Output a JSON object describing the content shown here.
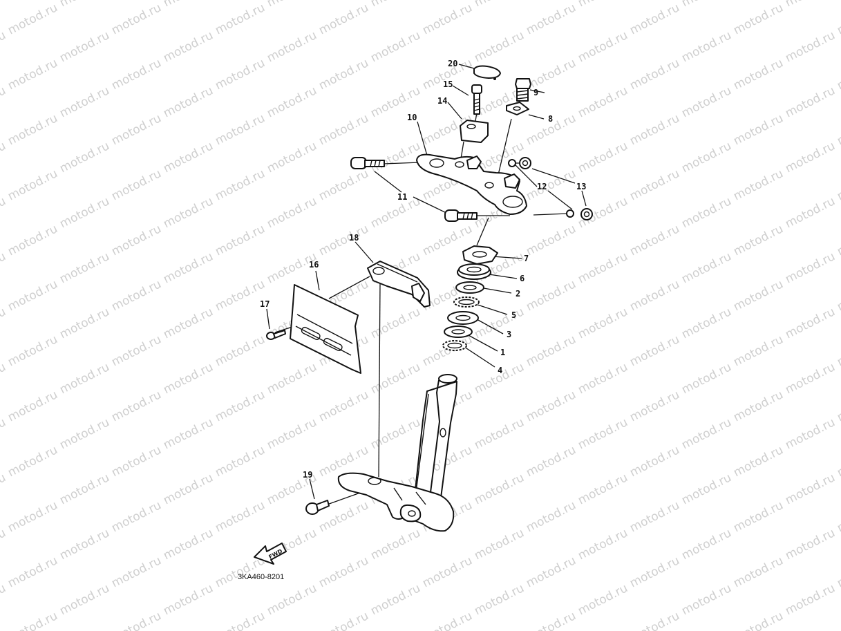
{
  "watermark": "motod.ru",
  "diagram_code": "3KA460-8201",
  "fwd_label": "FWD",
  "callouts": [
    {
      "id": "p1",
      "num": "1"
    },
    {
      "id": "p2",
      "num": "2"
    },
    {
      "id": "p3",
      "num": "3"
    },
    {
      "id": "p4",
      "num": "4"
    },
    {
      "id": "p5",
      "num": "5"
    },
    {
      "id": "p6",
      "num": "6"
    },
    {
      "id": "p7",
      "num": "7"
    },
    {
      "id": "p8",
      "num": "8"
    },
    {
      "id": "p9",
      "num": "9"
    },
    {
      "id": "p10",
      "num": "10"
    },
    {
      "id": "p11",
      "num": "11"
    },
    {
      "id": "p12",
      "num": "12"
    },
    {
      "id": "p13",
      "num": "13"
    },
    {
      "id": "p14",
      "num": "14"
    },
    {
      "id": "p15",
      "num": "15"
    },
    {
      "id": "p16",
      "num": "16"
    },
    {
      "id": "p17",
      "num": "17"
    },
    {
      "id": "p18",
      "num": "18"
    },
    {
      "id": "p19",
      "num": "19"
    },
    {
      "id": "p20",
      "num": "20"
    }
  ]
}
